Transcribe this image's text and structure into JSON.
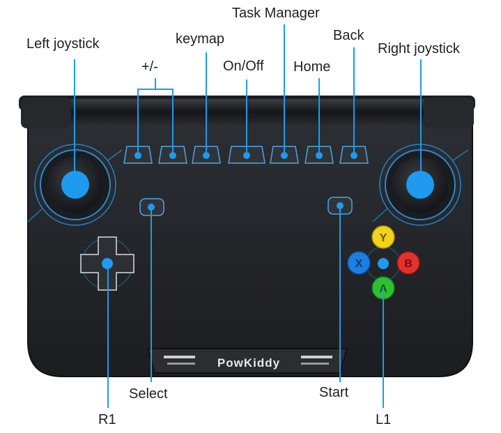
{
  "labels": {
    "left_joystick": "Left joystick",
    "plus_minus": "+/-",
    "keymap": "keymap",
    "on_off": "On/Off",
    "task_manager": "Task Manager",
    "home": "Home",
    "back": "Back",
    "right_joystick": "Right joystick",
    "select": "Select",
    "start": "Start",
    "r1": "R1",
    "l1": "L1"
  },
  "face_buttons": {
    "y": "Y",
    "x": "X",
    "b": "B",
    "a": "A"
  },
  "brand": "PowKiddy",
  "colors": {
    "device_body": "#232529",
    "highlight": "#1e9bf0",
    "button_y": "#f2d21b",
    "button_x": "#1d7fe0",
    "button_b": "#e2322e",
    "button_a": "#2fbf35"
  }
}
